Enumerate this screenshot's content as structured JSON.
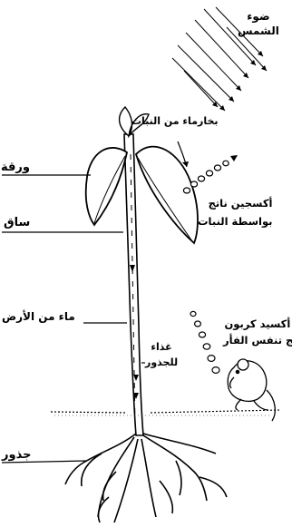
{
  "labels": {
    "sunlight_line1": "ضوء",
    "sunlight_line2": "الشمس",
    "water_vapor": "بخارماء من النبات",
    "leaf": "ورقة",
    "oxygen_line1": "أكسجين ناتج",
    "oxygen_line2": "بواسطة النبات",
    "stem": "ساق",
    "water_from_soil": "ماء من الأرض",
    "co2_line1": "ي أكسيد كربون",
    "co2_line2": "ناتج تنفس الفأر",
    "food_line1": "غذاء",
    "food_line2": "للجذور",
    "roots": "جذور"
  }
}
